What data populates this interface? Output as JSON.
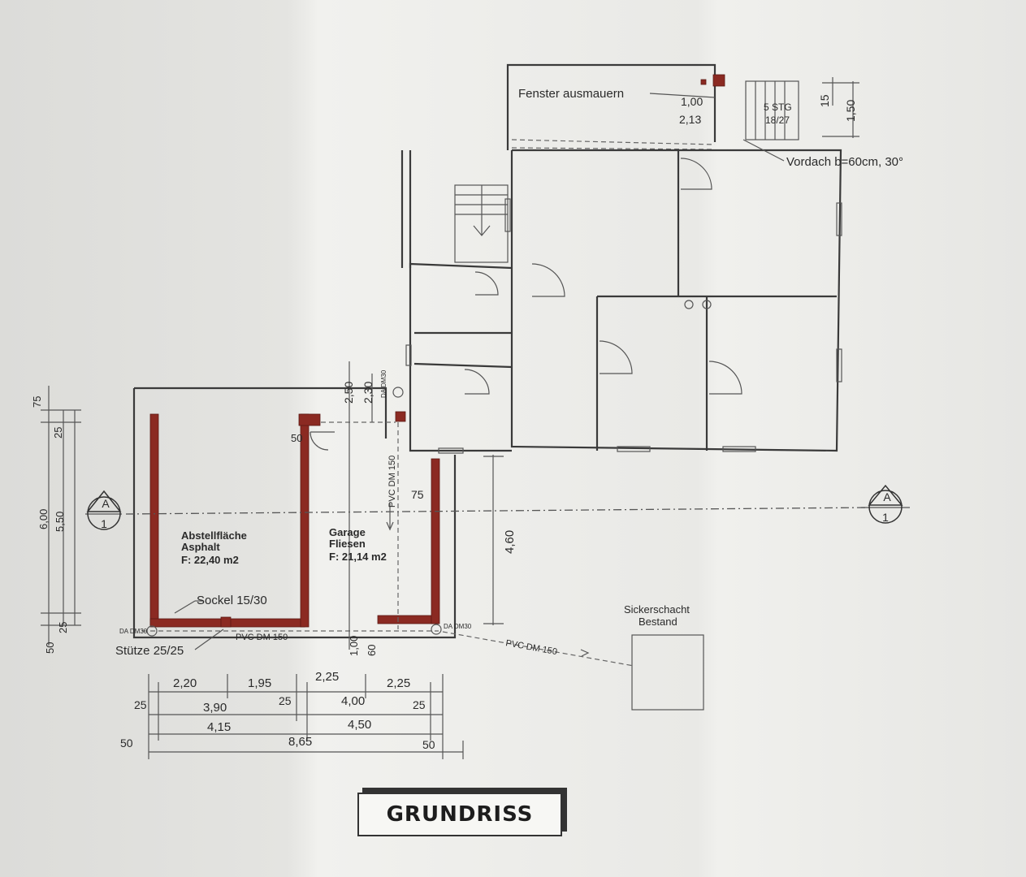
{
  "title": "GRUNDRISS",
  "annotations": {
    "fenster": "Fenster ausmauern",
    "vordach": "Vordach b=60cm, 30°",
    "stair_top_a": "5 STG",
    "stair_top_b": "18/27",
    "win_a": "1,00",
    "win_b": "2,13",
    "dim_15": "15",
    "dim_150": "1,50",
    "sockel": "Sockel 15/30",
    "stuetze": "Stütze 25/25",
    "sickerschacht_1": "Sickerschacht",
    "sickerschacht_2": "Bestand",
    "pvc_1": "PVC DM 150",
    "pvc_2": "PVC DM 150",
    "pvc_3": "PVC DM 150",
    "da_1": "DA DM30",
    "da_2": "DA DM30",
    "da_3": "DA DM30",
    "dim_250": "2,50",
    "dim_230": "2,30",
    "dim_50a": "50",
    "dim_75b": "75",
    "dim_460": "4,60",
    "dim_100": "1,00",
    "dim_60": "60",
    "section_letter": "A",
    "section_num": "1"
  },
  "rooms": {
    "abstell_1": "Abstellfläche",
    "abstell_2": "Asphalt",
    "abstell_3": "F: 22,40 m2",
    "garage_1": "Garage",
    "garage_2": "Fliesen",
    "garage_3": "F: 21,14 m2"
  },
  "left_dims": [
    "75",
    "25",
    "6,00",
    "5,50",
    "25",
    "50"
  ],
  "bottom_dims": {
    "row1": [
      "2,20",
      "1,95",
      "2,25",
      "2,25"
    ],
    "row2": [
      "25",
      "3,90",
      "25",
      "4,00",
      "25"
    ],
    "row3": [
      "4,15",
      "4,50"
    ],
    "row4": [
      "50",
      "8,65",
      "50"
    ]
  }
}
